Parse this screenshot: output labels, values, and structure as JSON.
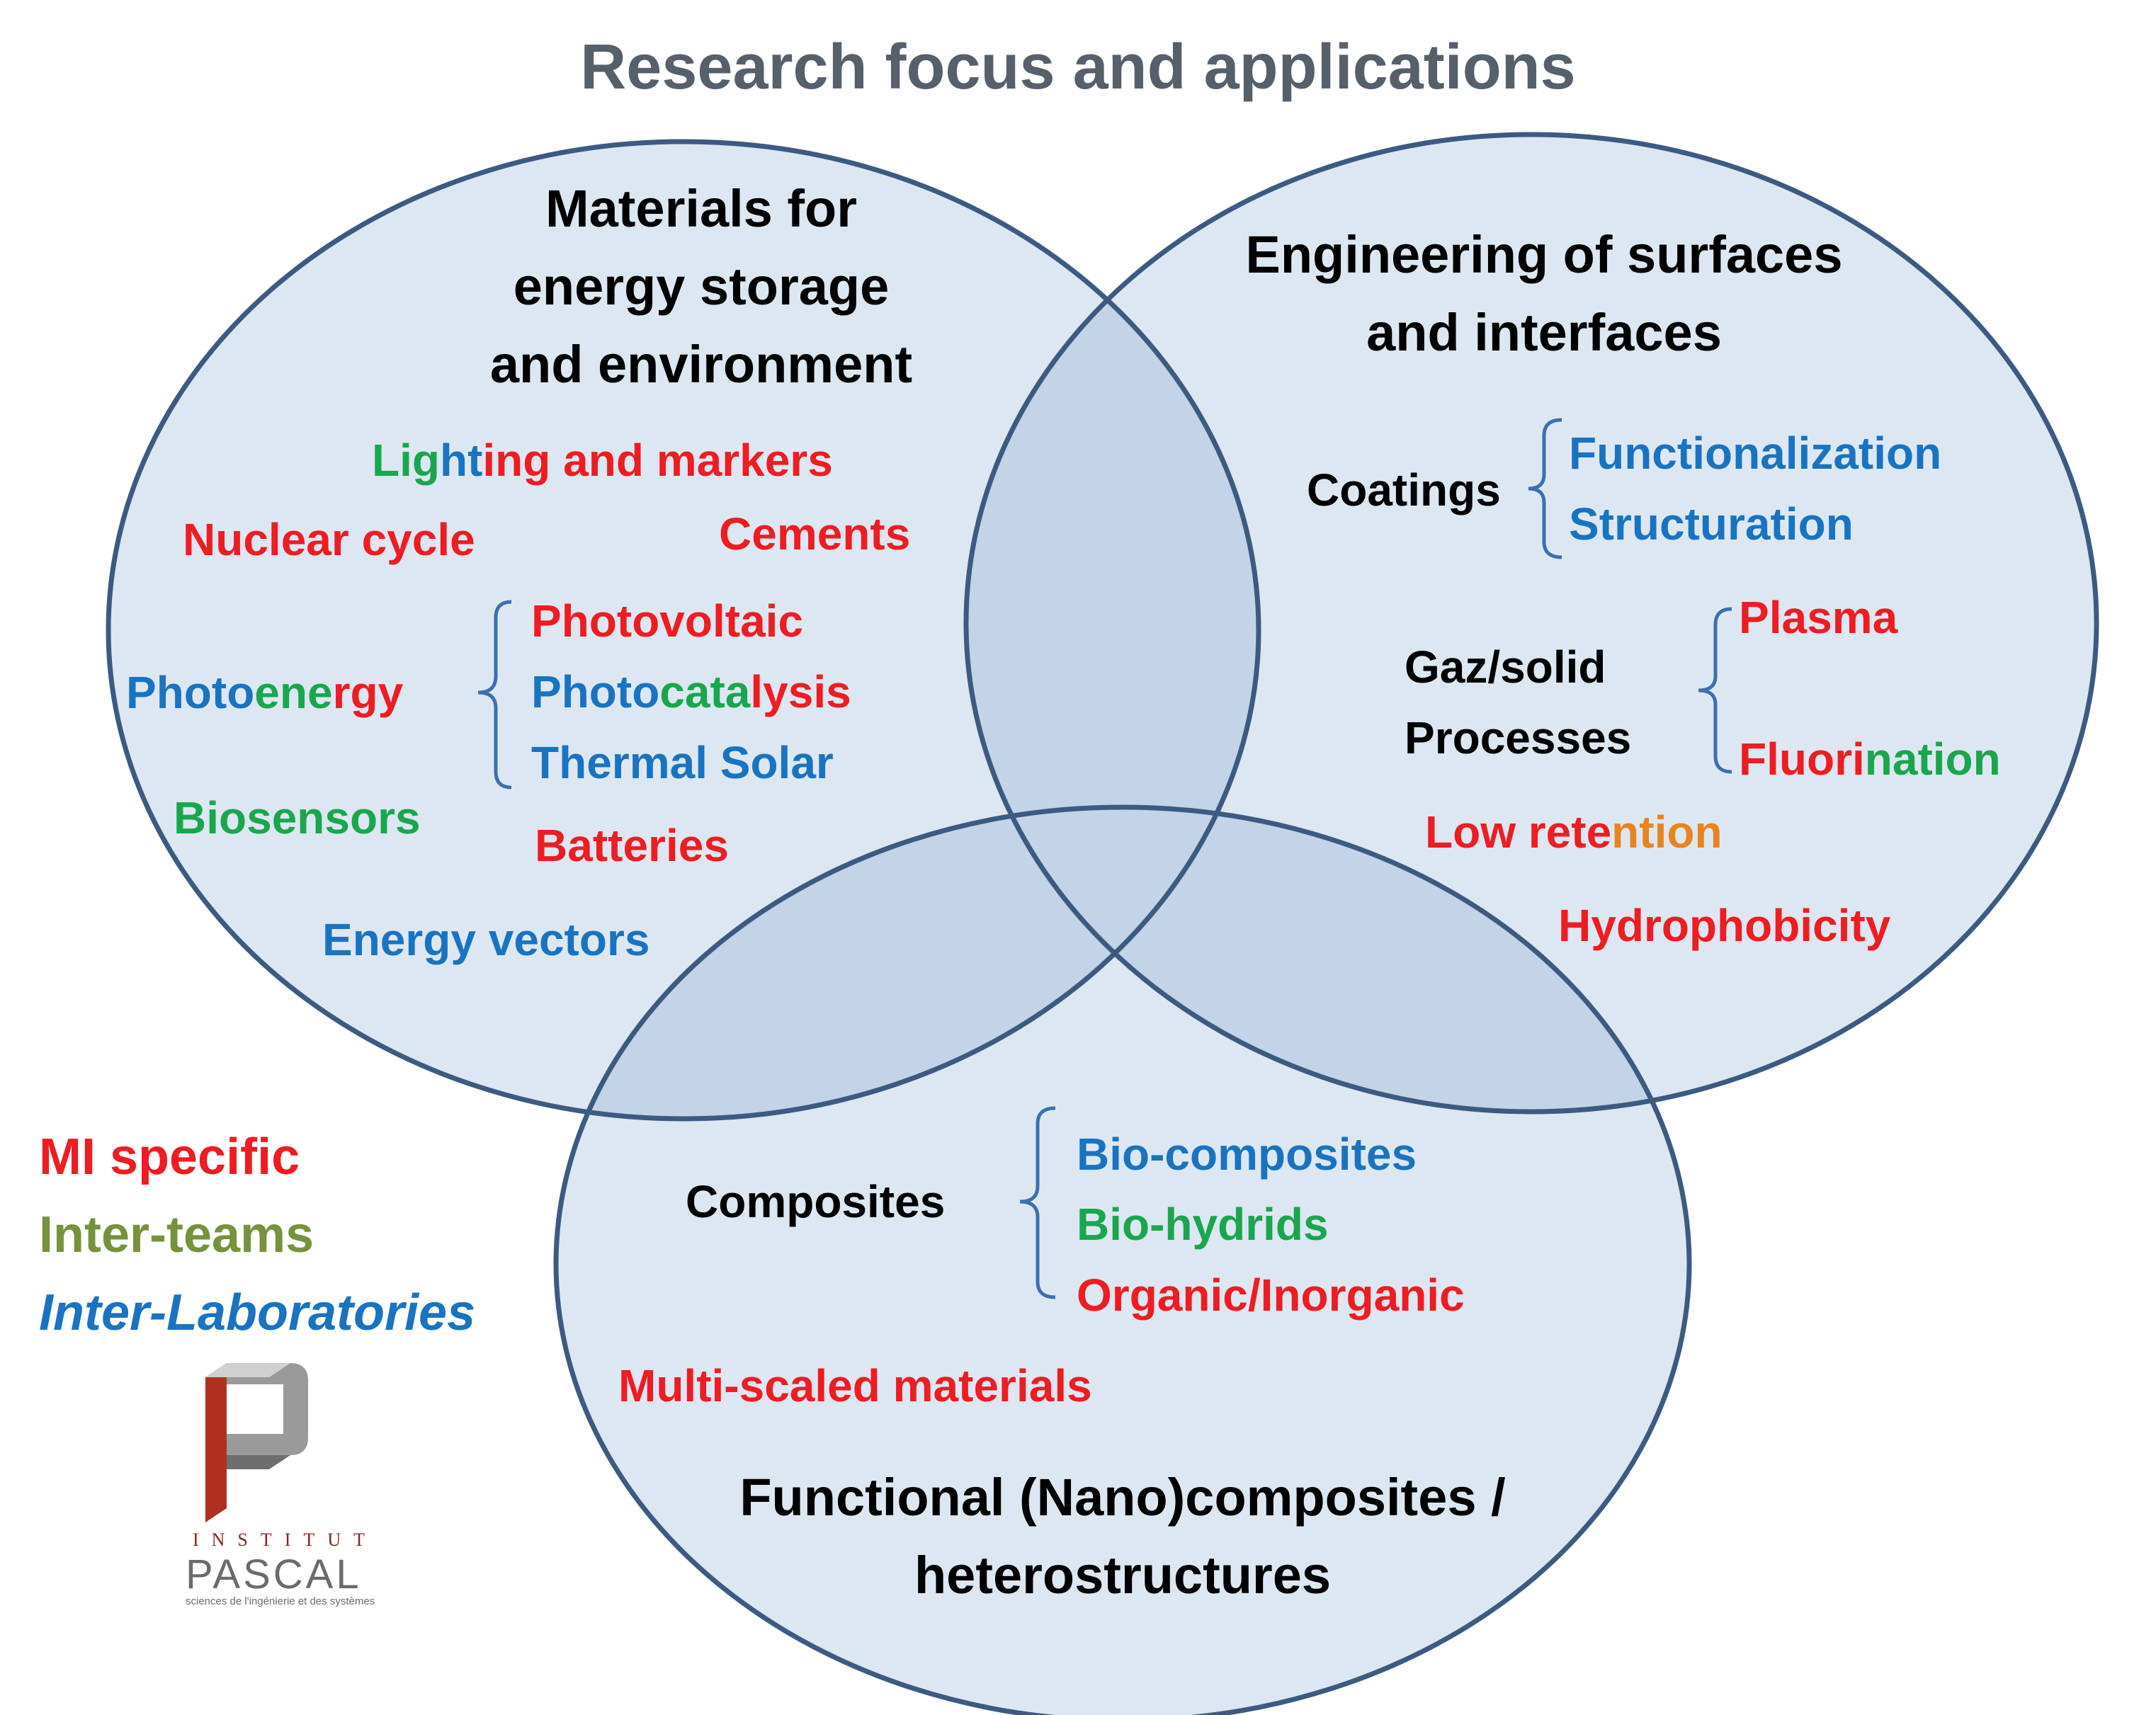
{
  "title": "Research focus and applications",
  "colors": {
    "red": "#ee1c23",
    "blue": "#1a73c0",
    "green": "#1aa64e",
    "orange": "#e8841e",
    "olive": "#76923c",
    "circle_fill": "#dde7f2",
    "circle_stroke": "#3d5a80"
  },
  "circles": {
    "energy": {
      "heading": [
        "Materials for",
        "energy storage",
        "and environment"
      ],
      "items": {
        "lighting": [
          "Lig",
          "ht",
          "ing and markers"
        ],
        "nuclear": "Nuclear cycle",
        "cements": "Cements",
        "photoenergy": [
          "Photo",
          "ene",
          "rgy"
        ],
        "photovoltaic": "Photovoltaic",
        "photocatalysis": [
          "Photo",
          "cata",
          "lysis"
        ],
        "thermal_solar": "Thermal Solar",
        "biosensors": "Biosensors",
        "batteries": "Batteries",
        "energy_vectors": "Energy vectors"
      }
    },
    "surfaces": {
      "heading": [
        "Engineering of surfaces",
        "and interfaces"
      ],
      "items": {
        "coatings": "Coatings",
        "functionalization": "Functionalization",
        "structuration": "Structuration",
        "gaz_solid": [
          "Gaz/solid",
          "Processes"
        ],
        "plasma": "Plasma",
        "fluorination": [
          "Fluori",
          "nation"
        ],
        "low_retention": [
          "Low rete",
          "ntion"
        ],
        "hydrophobicity": "Hydrophobicity"
      }
    },
    "composites": {
      "heading": [
        "Functional (Nano)composites /",
        "heterostructures"
      ],
      "items": {
        "composites": "Composites",
        "bio_composites": "Bio-composites",
        "bio_hydrids": "Bio-hydrids",
        "organic_inorganic": "Organic/Inorganic",
        "multi_scaled": "Multi-scaled materials"
      }
    }
  },
  "legend": {
    "mi_specific": "MI specific",
    "inter_teams": "Inter-teams",
    "inter_labs": "Inter-Laboratories"
  },
  "logo": {
    "institut": "INSTITUT",
    "pascal": "PASCAL",
    "tagline": "sciences de l'ingénierie et des systèmes"
  }
}
